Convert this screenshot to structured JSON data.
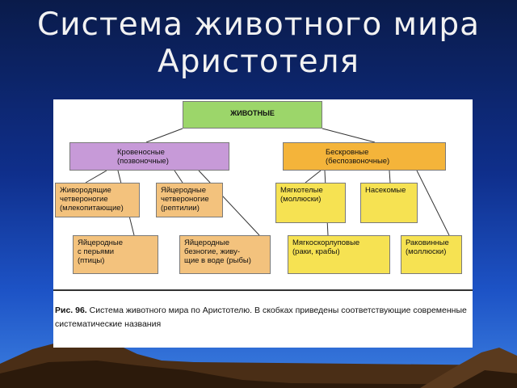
{
  "slide": {
    "title_line1": "Система животного мира",
    "title_line2": "Аристотеля"
  },
  "diagram": {
    "root": "ЖИВОТНЫЕ",
    "blooded": "Кровеносные\n(позвоночные)",
    "bloodless": "Бескровные\n(беспозвоночные)",
    "viviparous_quadrupeds": "Живородящие\nчетвероногие\n(млекопитающие)",
    "oviparous_quadrupeds": "Яйцеродные\nчетвероногие\n(рептилии)",
    "feathered_oviparous": "Яйцеродные\nс перьями\n(птицы)",
    "legless_oviparous": "Яйцеродные\nбезногие, живу-\nщие в воде (рыбы)",
    "soft_bodied": "Мягкотелые\n(моллюски)",
    "insects": "Насекомые",
    "soft_shelled": "Мягкоскорлуповые\n(раки, крабы)",
    "shelled": "Раковинные\n(моллюски)"
  },
  "caption": {
    "label": "Рис. 96.",
    "text": " Система животного мира по Аристотелю. В скобках приведены соответствующие современные систематические названия"
  },
  "colors": {
    "root": "#9cd66a",
    "blooded": "#c79ad8",
    "vertebrate_groups": "#f3c27d",
    "bloodless": "#f4b43a",
    "invertebrate_groups": "#f6e252"
  }
}
